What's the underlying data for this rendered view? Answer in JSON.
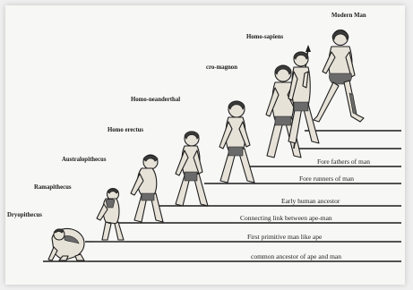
{
  "stages": [
    {
      "name": "Dryopithecus",
      "description": "common ancestor of ape and man"
    },
    {
      "name": "Ramapithecus",
      "description": "First primitive man like ape"
    },
    {
      "name": "Australopithecus",
      "description": "Connecting link between ape-man"
    },
    {
      "name": "Homo erectus",
      "description": "Early human ancestor"
    },
    {
      "name": "Homo-neanderthal",
      "description": "Fore runners of man"
    },
    {
      "name": "cro-magnon",
      "description": "Fore fathers of man"
    },
    {
      "name": "Homo-sapiens",
      "description": ""
    },
    {
      "name": "Modern Man",
      "description": ""
    }
  ]
}
